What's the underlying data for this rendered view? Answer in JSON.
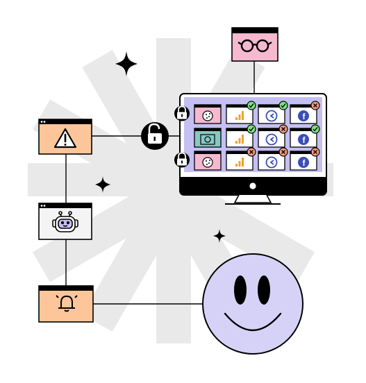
{
  "colors": {
    "bg_shape": "#e9e9e9",
    "pink": "#f6b9cf",
    "orange": "#fcc69a",
    "lavender": "#c5c0f2",
    "face": "#d6d2f7",
    "teal": "#86c9c2",
    "black": "#000000",
    "white": "#ffffff",
    "green": "#7be27b",
    "red": "#f39b7e",
    "gauge": "#f2a22e",
    "blue": "#3b4eb7"
  },
  "icons": {
    "top_window": "glasses-icon",
    "warning_window": "warning-icon",
    "robot_window": "robot-icon",
    "bell_window": "bell-icon",
    "center_lock": "open-lock-icon",
    "side_locks": "closed-lock-icon",
    "tile_types": [
      "cookie-icon",
      "analytics-bars-icon",
      "partner-c-icon",
      "facebook-icon"
    ]
  },
  "monitor": {
    "rows": [
      {
        "lock": "closed",
        "tiles": [
          {
            "icon": "cookie-icon",
            "bg": "pink",
            "status": "none"
          },
          {
            "icon": "analytics-bars-icon",
            "bg": "white",
            "status": "check"
          },
          {
            "icon": "partner-c-icon",
            "bg": "white",
            "status": "check"
          },
          {
            "icon": "facebook-icon",
            "bg": "white",
            "status": "cross"
          }
        ]
      },
      {
        "lock": "none",
        "tiles": [
          {
            "icon": "blocked-target-icon",
            "bg": "teal",
            "status": "none"
          },
          {
            "icon": "analytics-bars-icon",
            "bg": "white",
            "status": "check"
          },
          {
            "icon": "partner-c-icon",
            "bg": "white",
            "status": "cross"
          },
          {
            "icon": "facebook-icon",
            "bg": "white",
            "status": "check"
          }
        ]
      },
      {
        "lock": "closed",
        "tiles": [
          {
            "icon": "cookie-icon",
            "bg": "pink",
            "status": "none"
          },
          {
            "icon": "analytics-bars-icon",
            "bg": "white",
            "status": "cross"
          },
          {
            "icon": "partner-c-icon",
            "bg": "white",
            "status": "cross"
          },
          {
            "icon": "facebook-icon",
            "bg": "white",
            "status": "cross"
          }
        ]
      }
    ],
    "facebook_letter": "f"
  }
}
